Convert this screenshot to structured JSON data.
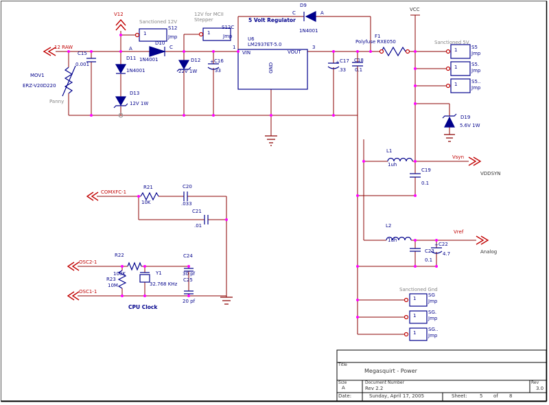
{
  "colors": {
    "wire": "#8B0000",
    "symbol": "#00008B",
    "junction_dot": "#FF00FF",
    "net_label": "#C00000",
    "note_gray": "#848484"
  },
  "inputs": {
    "raw12": "12 RAW",
    "comxfc": "COMXFC-1",
    "osc2": "OSC2-1",
    "osc1": "OSC1-1"
  },
  "nets": {
    "v12": "V12",
    "vcc": "VCC",
    "vsyn": "Vsyn",
    "vref": "Vref",
    "vddsyn": "VDDSYN",
    "analog": "Analog"
  },
  "notes": {
    "sanctioned_12v": "Sanctioned 12V",
    "stepper_1": "12V for MCII",
    "stepper_2": "Stepper",
    "sanctioned_5v": "Sanctioned 5V",
    "sanctioned_gnd": "Sanctioned Gnd",
    "regulator": "5 Volt Regulator",
    "cpu_clock": "CPU Clock",
    "maker": "Panny"
  },
  "parts": {
    "mov1": {
      "ref": "MOV1",
      "value": "ERZ-V20D220"
    },
    "c15": {
      "ref": "C15",
      "value": "0.001"
    },
    "d11": {
      "ref": "D11",
      "value": "1N4001"
    },
    "d13": {
      "ref": "D13",
      "value": "12V 1W"
    },
    "d10": {
      "ref": "D10",
      "value": "1N4001",
      "pin_a": "A",
      "pin_c": "C"
    },
    "d12": {
      "ref": "D12",
      "value": "22V 1W"
    },
    "c16": {
      "ref": "C16",
      "value": "33",
      "plus": "+"
    },
    "u6": {
      "ref": "U6",
      "value": "LM2937ET-5.0",
      "pin_vin": "VIN",
      "pin_vout": "VOUT",
      "pin_gnd": "GND",
      "num_in": "1",
      "num_out": "3"
    },
    "d9": {
      "ref": "D9",
      "value": "1N4001",
      "pin_a": "A",
      "pin_c": "C"
    },
    "c17": {
      "ref": "C17",
      "value": ".33",
      "plus": "+"
    },
    "c18": {
      "ref": "C18",
      "value": "0.1"
    },
    "f1": {
      "ref": "F1",
      "value": "Polyfuse RXE050"
    },
    "d19": {
      "ref": "D19",
      "value": "5.6V 1W"
    },
    "l1": {
      "ref": "L1",
      "value": "1uh"
    },
    "c19": {
      "ref": "C19",
      "value": "0.1"
    },
    "l2": {
      "ref": "L2",
      "value": "1uh"
    },
    "c23": {
      "ref": "C23",
      "value": "0.1"
    },
    "c22": {
      "ref": "C22",
      "value": "4.7",
      "plus": "+"
    },
    "r21": {
      "ref": "R21",
      "value": "10K"
    },
    "c20": {
      "ref": "C20",
      "value": ".033"
    },
    "c21": {
      "ref": "C21",
      "value": ".01"
    },
    "r22": {
      "ref": "R22",
      "value": "100K"
    },
    "r23": {
      "ref": "R23",
      "value": "10M"
    },
    "y1": {
      "ref": "Y1",
      "value": "32.768 KHz"
    },
    "c24": {
      "ref": "C24",
      "value": "30 pf"
    },
    "c25": {
      "ref": "C25",
      "value": "20 pf"
    }
  },
  "jumpers": {
    "s12": {
      "name": "S12",
      "jmp": "Jmp",
      "pin": "1"
    },
    "s12c": {
      "name": "S12C",
      "jmp": "Jmp",
      "pin": "1"
    },
    "s5a": {
      "name": "S5",
      "jmp": "Jmp",
      "pin": "1"
    },
    "s5b": {
      "name": "S5.",
      "jmp": "Jmp",
      "pin": "1"
    },
    "s5c": {
      "name": "S5..",
      "jmp": "Jmp",
      "pin": "1"
    },
    "sga": {
      "name": "SG",
      "jmp": "Jmp",
      "pin": "1"
    },
    "sgb": {
      "name": "SG.",
      "jmp": "Jmp",
      "pin": "1"
    },
    "sgc": {
      "name": "SG..",
      "jmp": "Jmp",
      "pin": "1"
    }
  },
  "title_block": {
    "title_label": "Title",
    "title": "Megasquirt - Power",
    "size_label": "Size",
    "size": "A",
    "doc_label": "Document Number",
    "doc": "Rev 2.2",
    "rev_label": "Rev",
    "rev": "3.0",
    "date_label": "Date:",
    "date": "Sunday, April 17, 2005",
    "sheet_label": "Sheet:",
    "sheet": "5",
    "of": "of",
    "total": "8"
  }
}
